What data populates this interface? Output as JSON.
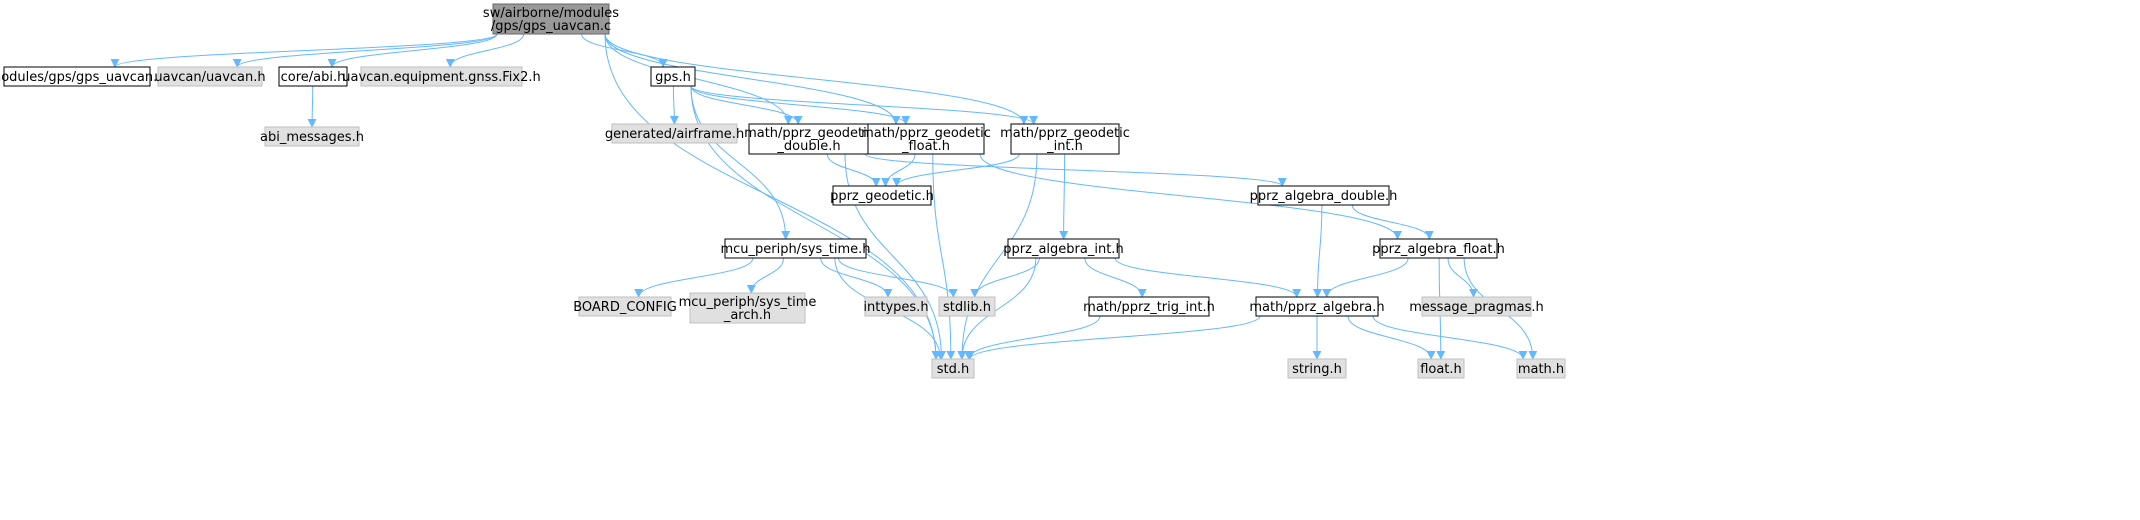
{
  "colors": {
    "edge": "#63b8ff",
    "root_fill": "#999999",
    "doc_fill": "#ffffff",
    "ext_fill": "#e0e0e0",
    "doc_stroke": "#000000",
    "ext_stroke": "#bfbfbf",
    "root_stroke": "#666666"
  },
  "nodes": [
    {
      "id": "root",
      "lines": [
        "sw/airborne/modules",
        "/gps/gps_uavcan.c"
      ],
      "kind": "root"
    },
    {
      "id": "gps_uavcan_h",
      "lines": [
        "modules/gps/gps_uavcan.h"
      ],
      "kind": "doc"
    },
    {
      "id": "uavcan_h",
      "lines": [
        "uavcan/uavcan.h"
      ],
      "kind": "ext"
    },
    {
      "id": "abi_h",
      "lines": [
        "core/abi.h"
      ],
      "kind": "doc"
    },
    {
      "id": "fix2_h",
      "lines": [
        "uavcan.equipment.gnss.Fix2.h"
      ],
      "kind": "ext"
    },
    {
      "id": "gps_h",
      "lines": [
        "gps.h"
      ],
      "kind": "doc"
    },
    {
      "id": "abi_messages_h",
      "lines": [
        "abi_messages.h"
      ],
      "kind": "ext"
    },
    {
      "id": "airframe_h",
      "lines": [
        "generated/airframe.h"
      ],
      "kind": "ext"
    },
    {
      "id": "geo_double_h",
      "lines": [
        "math/pprz_geodetic",
        "_double.h"
      ],
      "kind": "doc"
    },
    {
      "id": "geo_float_h",
      "lines": [
        "math/pprz_geodetic",
        "_float.h"
      ],
      "kind": "doc"
    },
    {
      "id": "geo_int_h",
      "lines": [
        "math/pprz_geodetic",
        "_int.h"
      ],
      "kind": "doc"
    },
    {
      "id": "geodetic_h",
      "lines": [
        "pprz_geodetic.h"
      ],
      "kind": "doc"
    },
    {
      "id": "alg_double_h",
      "lines": [
        "pprz_algebra_double.h"
      ],
      "kind": "doc"
    },
    {
      "id": "sys_time_h",
      "lines": [
        "mcu_periph/sys_time.h"
      ],
      "kind": "doc"
    },
    {
      "id": "alg_int_h",
      "lines": [
        "pprz_algebra_int.h"
      ],
      "kind": "doc"
    },
    {
      "id": "alg_float_h",
      "lines": [
        "pprz_algebra_float.h"
      ],
      "kind": "doc"
    },
    {
      "id": "board_config",
      "lines": [
        "BOARD_CONFIG"
      ],
      "kind": "ext"
    },
    {
      "id": "sys_time_arch_h",
      "lines": [
        "mcu_periph/sys_time",
        "_arch.h"
      ],
      "kind": "ext"
    },
    {
      "id": "inttypes_h",
      "lines": [
        "inttypes.h"
      ],
      "kind": "ext"
    },
    {
      "id": "stdlib_h",
      "lines": [
        "stdlib.h"
      ],
      "kind": "ext"
    },
    {
      "id": "trig_int_h",
      "lines": [
        "math/pprz_trig_int.h"
      ],
      "kind": "doc"
    },
    {
      "id": "pprz_algebra_h",
      "lines": [
        "math/pprz_algebra.h"
      ],
      "kind": "doc"
    },
    {
      "id": "msg_pragmas_h",
      "lines": [
        "message_pragmas.h"
      ],
      "kind": "ext"
    },
    {
      "id": "std_h",
      "lines": [
        "std.h"
      ],
      "kind": "ext"
    },
    {
      "id": "string_h",
      "lines": [
        "string.h"
      ],
      "kind": "ext"
    },
    {
      "id": "float_h",
      "lines": [
        "float.h"
      ],
      "kind": "ext"
    },
    {
      "id": "math_h",
      "lines": [
        "math.h"
      ],
      "kind": "ext"
    }
  ],
  "edges": [
    [
      "root",
      "gps_uavcan_h"
    ],
    [
      "root",
      "uavcan_h"
    ],
    [
      "root",
      "abi_h"
    ],
    [
      "root",
      "fix2_h"
    ],
    [
      "root",
      "gps_h"
    ],
    [
      "root",
      "geo_double_h"
    ],
    [
      "root",
      "geo_float_h"
    ],
    [
      "root",
      "geo_int_h"
    ],
    [
      "root",
      "std_h"
    ],
    [
      "abi_h",
      "abi_messages_h"
    ],
    [
      "gps_h",
      "airframe_h"
    ],
    [
      "gps_h",
      "geo_double_h"
    ],
    [
      "gps_h",
      "geo_float_h"
    ],
    [
      "gps_h",
      "geo_int_h"
    ],
    [
      "gps_h",
      "sys_time_h"
    ],
    [
      "gps_h",
      "std_h"
    ],
    [
      "geo_double_h",
      "geodetic_h"
    ],
    [
      "geo_double_h",
      "alg_double_h"
    ],
    [
      "geo_double_h",
      "std_h"
    ],
    [
      "geo_float_h",
      "geodetic_h"
    ],
    [
      "geo_float_h",
      "alg_float_h"
    ],
    [
      "geo_float_h",
      "std_h"
    ],
    [
      "geo_int_h",
      "geodetic_h"
    ],
    [
      "geo_int_h",
      "alg_int_h"
    ],
    [
      "geo_int_h",
      "std_h"
    ],
    [
      "alg_double_h",
      "alg_float_h"
    ],
    [
      "alg_double_h",
      "pprz_algebra_h"
    ],
    [
      "sys_time_h",
      "board_config"
    ],
    [
      "sys_time_h",
      "sys_time_arch_h"
    ],
    [
      "sys_time_h",
      "inttypes_h"
    ],
    [
      "sys_time_h",
      "stdlib_h"
    ],
    [
      "sys_time_h",
      "std_h"
    ],
    [
      "alg_int_h",
      "stdlib_h"
    ],
    [
      "alg_int_h",
      "trig_int_h"
    ],
    [
      "alg_int_h",
      "pprz_algebra_h"
    ],
    [
      "alg_int_h",
      "std_h"
    ],
    [
      "alg_float_h",
      "pprz_algebra_h"
    ],
    [
      "alg_float_h",
      "msg_pragmas_h"
    ],
    [
      "alg_float_h",
      "float_h"
    ],
    [
      "alg_float_h",
      "math_h"
    ],
    [
      "trig_int_h",
      "std_h"
    ],
    [
      "pprz_algebra_h",
      "std_h"
    ],
    [
      "pprz_algebra_h",
      "string_h"
    ],
    [
      "pprz_algebra_h",
      "float_h"
    ],
    [
      "pprz_algebra_h",
      "math_h"
    ]
  ]
}
